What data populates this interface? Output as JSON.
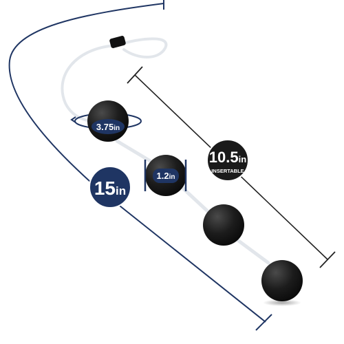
{
  "dimensions": {
    "total_length": {
      "value": "15",
      "unit": "in"
    },
    "insertable_length": {
      "value": "10.5",
      "unit": "in",
      "caption": "INSERTABLE"
    },
    "circumference": {
      "value": "3.75",
      "unit": "in"
    },
    "ball_diameter": {
      "value": "1.2",
      "unit": "in"
    }
  },
  "colors": {
    "navy": "#1f3563",
    "ball": "#1a1a1a",
    "cord": "#dfe4ea",
    "measure_line": "#222222",
    "background": "#ffffff"
  }
}
